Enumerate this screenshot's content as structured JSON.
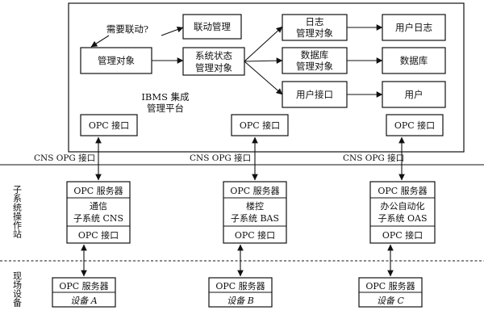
{
  "platform": {
    "title_line1": "IBMS 集成",
    "title_line2": "管理平台",
    "question": "需要联动?",
    "linkage_mgmt": "联动管理",
    "managed_object": "管理对象",
    "sys_state_line1": "系统状态",
    "sys_state_line2": "管理对象",
    "log_line1": "日志",
    "log_line2": "管理对象",
    "db_line1": "数据库",
    "db_line2": "管理对象",
    "user_interface": "用户接口",
    "user_log": "用户日志",
    "database": "数据库",
    "user": "用户",
    "opc_interface": "OPC 接口"
  },
  "cns_label": "CNS  OPG 接口",
  "left_labels": {
    "subsystem_station": "子系统操作站",
    "field_equipment": "现场设备"
  },
  "subsystems": [
    {
      "server": "OPC 服务器",
      "line1": "通信",
      "line2": "子系统 CNS",
      "interface": "OPC 接口"
    },
    {
      "server": "OPC 服务器",
      "line1": "楼控",
      "line2": "子系统 BAS",
      "interface": "OPC 接口"
    },
    {
      "server": "OPC 服务器",
      "line1": "办公自动化",
      "line2": "子系统 OAS",
      "interface": "OPC 接口"
    }
  ],
  "devices": [
    {
      "server": "OPC 服务器",
      "name": "设备 A"
    },
    {
      "server": "OPC 服务器",
      "name": "设备 B"
    },
    {
      "server": "OPC 服务器",
      "name": "设备 C"
    }
  ]
}
